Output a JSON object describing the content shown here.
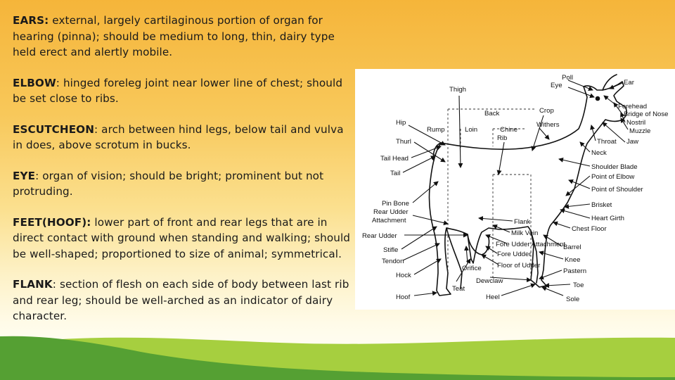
{
  "terms": [
    {
      "name": "EARS:",
      "desc": " external, largely cartilaginous portion of organ for hearing (pinna); should be medium to long, thin, dairy type held erect and alertly mobile."
    },
    {
      "name": "ELBOW",
      "desc": ": hinged foreleg joint near lower line of chest; should be set close to ribs."
    },
    {
      "name": "ESCUTCHEON",
      "desc": ": arch between hind legs, below tail and vulva in does, above scrotum in bucks."
    },
    {
      "name": "EYE",
      "desc": ": organ of vision; should be bright; prominent but not protruding."
    },
    {
      "name": "FEET(HOOF):",
      "desc": " lower part of front and rear legs that are in direct contact with ground when standing and walking; should be well-shaped; proportioned to size of animal; symmetrical."
    },
    {
      "name": "FLANK",
      "desc": ": section of flesh on each side of body between last rib and rear leg; should be well-arched as an indicator of dairy character."
    }
  ],
  "diagram": {
    "labels": {
      "poll": "Poll",
      "eye": "Eye",
      "ear": "Ear",
      "thigh": "Thigh",
      "back": "Back",
      "crop": "Crop",
      "forehead": "Forehead",
      "bridge_of_nose": "Bridge of Nose",
      "nostril": "Nostril",
      "muzzle": "Muzzle",
      "hip": "Hip",
      "rump": "Rump",
      "loin": "Loin",
      "chine": "Chine",
      "withers": "Withers",
      "rib": "Rib",
      "thurl": "Thurl",
      "throat": "Throat",
      "jaw": "Jaw",
      "neck": "Neck",
      "tail_head": "Tail Head",
      "tail": "Tail",
      "shoulder_blade": "Shoulder Blade",
      "point_of_elbow": "Point of Elbow",
      "point_of_shoulder": "Point of Shoulder",
      "pin_bone": "Pin Bone",
      "rear_udder_attachment_1": "Rear Udder",
      "rear_udder_attachment_2": "Attachment",
      "brisket": "Brisket",
      "heart_girth": "Heart Girth",
      "flank": "Flank",
      "milk_vein": "Milk Vein",
      "chest_floor": "Chest Floor",
      "rear_udder": "Rear Udder",
      "fore_udder_attachment": "Fore Udder Attachment",
      "stifle": "Stifle",
      "tendon": "Tendon",
      "fore_udder": "Fore Udder",
      "barrel": "Barrel",
      "floor_of_udder": "Floor of Udder",
      "knee": "Knee",
      "orifice": "Orifice",
      "pastern": "Pastern",
      "hock": "Hock",
      "dewclaw": "Dewclaw",
      "toe": "Toe",
      "teat": "Teat",
      "hoof": "Hoof",
      "heel": "Heel",
      "sole": "Sole"
    }
  },
  "colors": {
    "bg_top": "#f5b53a",
    "hill_light": "#a6cf3f",
    "hill_dark": "#55a033"
  }
}
